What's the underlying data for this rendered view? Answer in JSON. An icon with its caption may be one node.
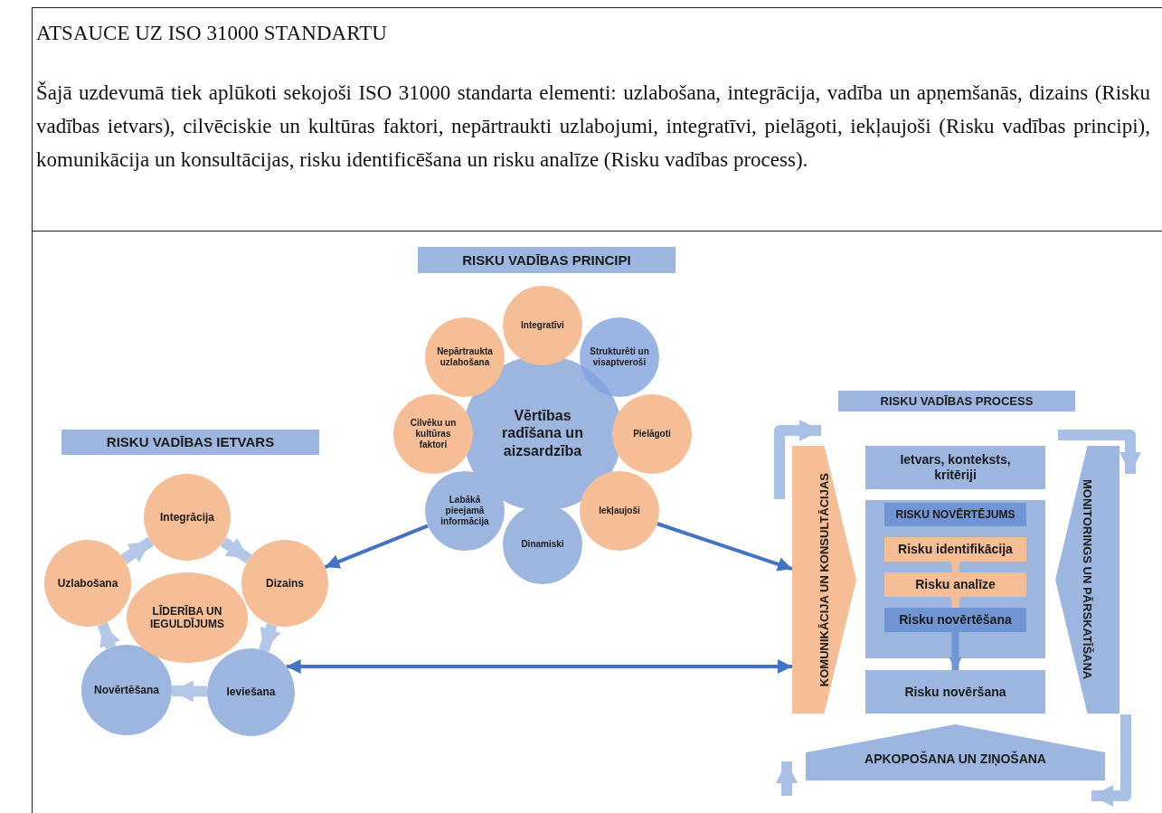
{
  "diagram": {
    "title": "ATSAUCE UZ ISO 31000 STANDARTU",
    "labels": [
      "Šajā uzdevumā tiek aplūkoti sekojoši ISO 31000 standarta elementi: uzlabošana, integrācija, vadība un apņemšanās, dizains (Risku vadības ietvars), cilvēciskie un kultūras faktori, nepārtraukti uzlabojumi, integratīvi, pielāgoti, iekļaujoši (Risku vadības principi), komunikācija un konsultācijas, risku identificēšana un risku analīze (Risku vadības process)."
    ],
    "nodes": [
      {
        "text": [
          "RISKU VADĪBAS PRINCIPI"
        ]
      },
      {
        "text": [
          "Vērtības radīšana un aizsardzība"
        ]
      },
      {
        "text": [
          "Integratīvi"
        ]
      },
      {
        "text": [
          "Strukturēti un visaptveroši"
        ]
      },
      {
        "text": [
          "Pielāgoti"
        ]
      },
      {
        "text": [
          "Iekļaujoši"
        ]
      },
      {
        "text": [
          "Dinamiski"
        ]
      },
      {
        "text": [
          "Labākā pieejamā informācija"
        ]
      },
      {
        "text": [
          "Cilvēku un kultūras faktori"
        ]
      },
      {
        "text": [
          "Nepārtraukta uzlabošana"
        ]
      },
      {
        "text": [
          "RISKU VADĪBAS IETVARS"
        ]
      },
      {
        "text": [
          "Integrācija"
        ]
      },
      {
        "text": [
          "Dizains"
        ]
      },
      {
        "text": [
          "Ieviešana"
        ]
      },
      {
        "text": [
          "Novērtēšana"
        ]
      },
      {
        "text": [
          "Uzlabošana"
        ]
      },
      {
        "text": [
          "LĪDERĪBA UN IEGULDĪJUMS"
        ]
      },
      {
        "text": [
          "RISKU VADĪBAS PROCESS"
        ]
      },
      {
        "text": [
          "KOMUNIKĀCIJA UN KONSULTĀCIJAS"
        ]
      },
      {
        "text": [
          "Ietvars, konteksts, kritēriji"
        ]
      },
      {
        "text": [],
        "shape": "box"
      },
      {
        "text": [
          "RISKU NOVĒRTĒJUMS"
        ],
        "in": 20
      },
      {
        "text": [
          "Risku identifikācija"
        ],
        "in": 20
      },
      {
        "text": [
          "Risku analīze"
        ],
        "in": 20
      },
      {
        "text": [
          "Risku novērtēšana"
        ],
        "in": 20
      },
      {
        "text": [
          "Risku novēršana"
        ]
      },
      {
        "text": [
          "MONITORINGS UN PĀRSKATĪŠANA"
        ]
      },
      {
        "text": [
          "APKOPOŠANA UN ZIŅOŠANA"
        ]
      }
    ],
    "edges": [
      {
        "from": 7,
        "to": 12,
        "arrow": "to",
        "color": "#4472c4"
      },
      {
        "from": 5,
        "to": 18,
        "arrow": "to",
        "color": "#4472c4"
      },
      {
        "from": 13,
        "to": 18,
        "arrow": "both",
        "color": "#4472c4"
      },
      {
        "from": 15,
        "to": 11,
        "arrow": "to",
        "color": "#b4c7e7"
      },
      {
        "from": 11,
        "to": 12,
        "arrow": "to",
        "color": "#b4c7e7"
      },
      {
        "from": 12,
        "to": 13,
        "arrow": "to",
        "color": "#b4c7e7"
      },
      {
        "from": 13,
        "to": 14,
        "arrow": "to",
        "color": "#b4c7e7"
      },
      {
        "from": 14,
        "to": 15,
        "arrow": "to",
        "color": "#b4c7e7"
      },
      {
        "from": 22,
        "to": 23,
        "arrow": "to",
        "color": "#f5be96"
      },
      {
        "from": 23,
        "to": 24,
        "arrow": "to",
        "color": "#f5be96"
      },
      {
        "from": 24,
        "to": 25,
        "arrow": "to",
        "color": "#6f95d4"
      },
      {
        "from": null,
        "to": 18,
        "arrow": "to",
        "color": "#a9c0e6"
      },
      {
        "from": null,
        "to": 26,
        "arrow": "to",
        "color": "#a9c0e6"
      },
      {
        "from": 26,
        "to": 27,
        "arrow": "to",
        "color": "#a9c0e6"
      },
      {
        "from": null,
        "to": 27,
        "arrow": "to",
        "color": "#a9c0e6"
      }
    ]
  }
}
